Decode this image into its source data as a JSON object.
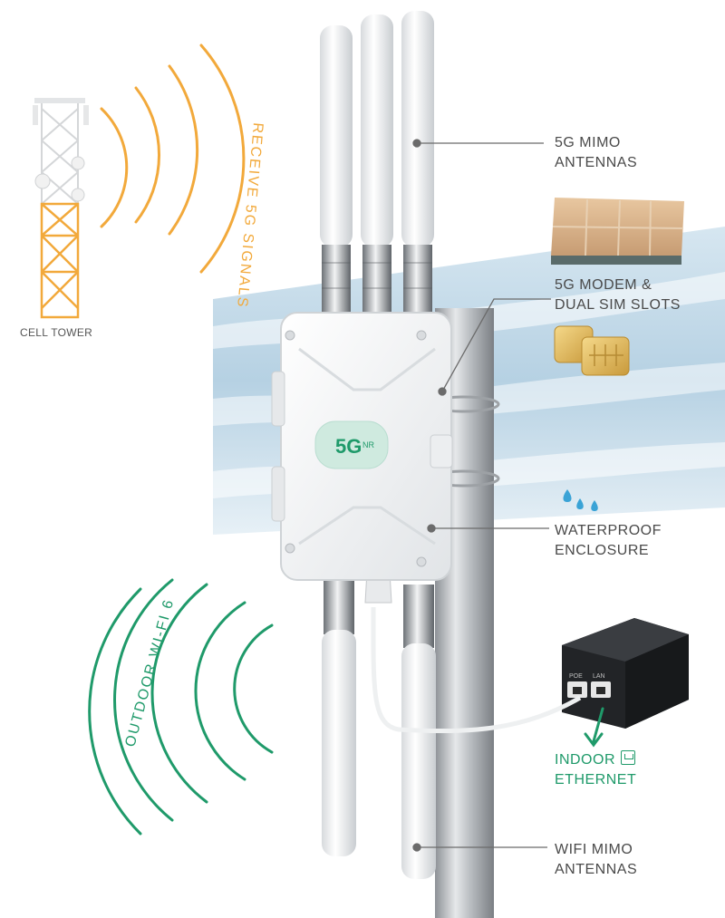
{
  "labels": {
    "cell_tower": "CELL TOWER",
    "receive_signals": "RECEIVE 5G SIGNALS",
    "outdoor_wifi": "OUTDOOR WI-FI 6",
    "mimo_5g_line1": "5G MIMO",
    "mimo_5g_line2": "ANTENNAS",
    "modem_line1": "5G MODEM &",
    "modem_line2": "DUAL SIM SLOTS",
    "waterproof_line1": "WATERPROOF",
    "waterproof_line2": "ENCLOSURE",
    "indoor_line1": "INDOOR",
    "indoor_line2": "ETHERNET",
    "wifi_mimo_line1": "WIFI MIMO",
    "wifi_mimo_line2": "ANTENNAS"
  },
  "device": {
    "badge": "5G",
    "badge_suffix": "NR",
    "poe_port": "POE",
    "lan_port": "LAN"
  },
  "colors": {
    "signal_5g": "#f2a93b",
    "signal_wifi": "#1f9a6a",
    "label_text": "#4a4a4a",
    "device_body": "#f4f5f6"
  }
}
